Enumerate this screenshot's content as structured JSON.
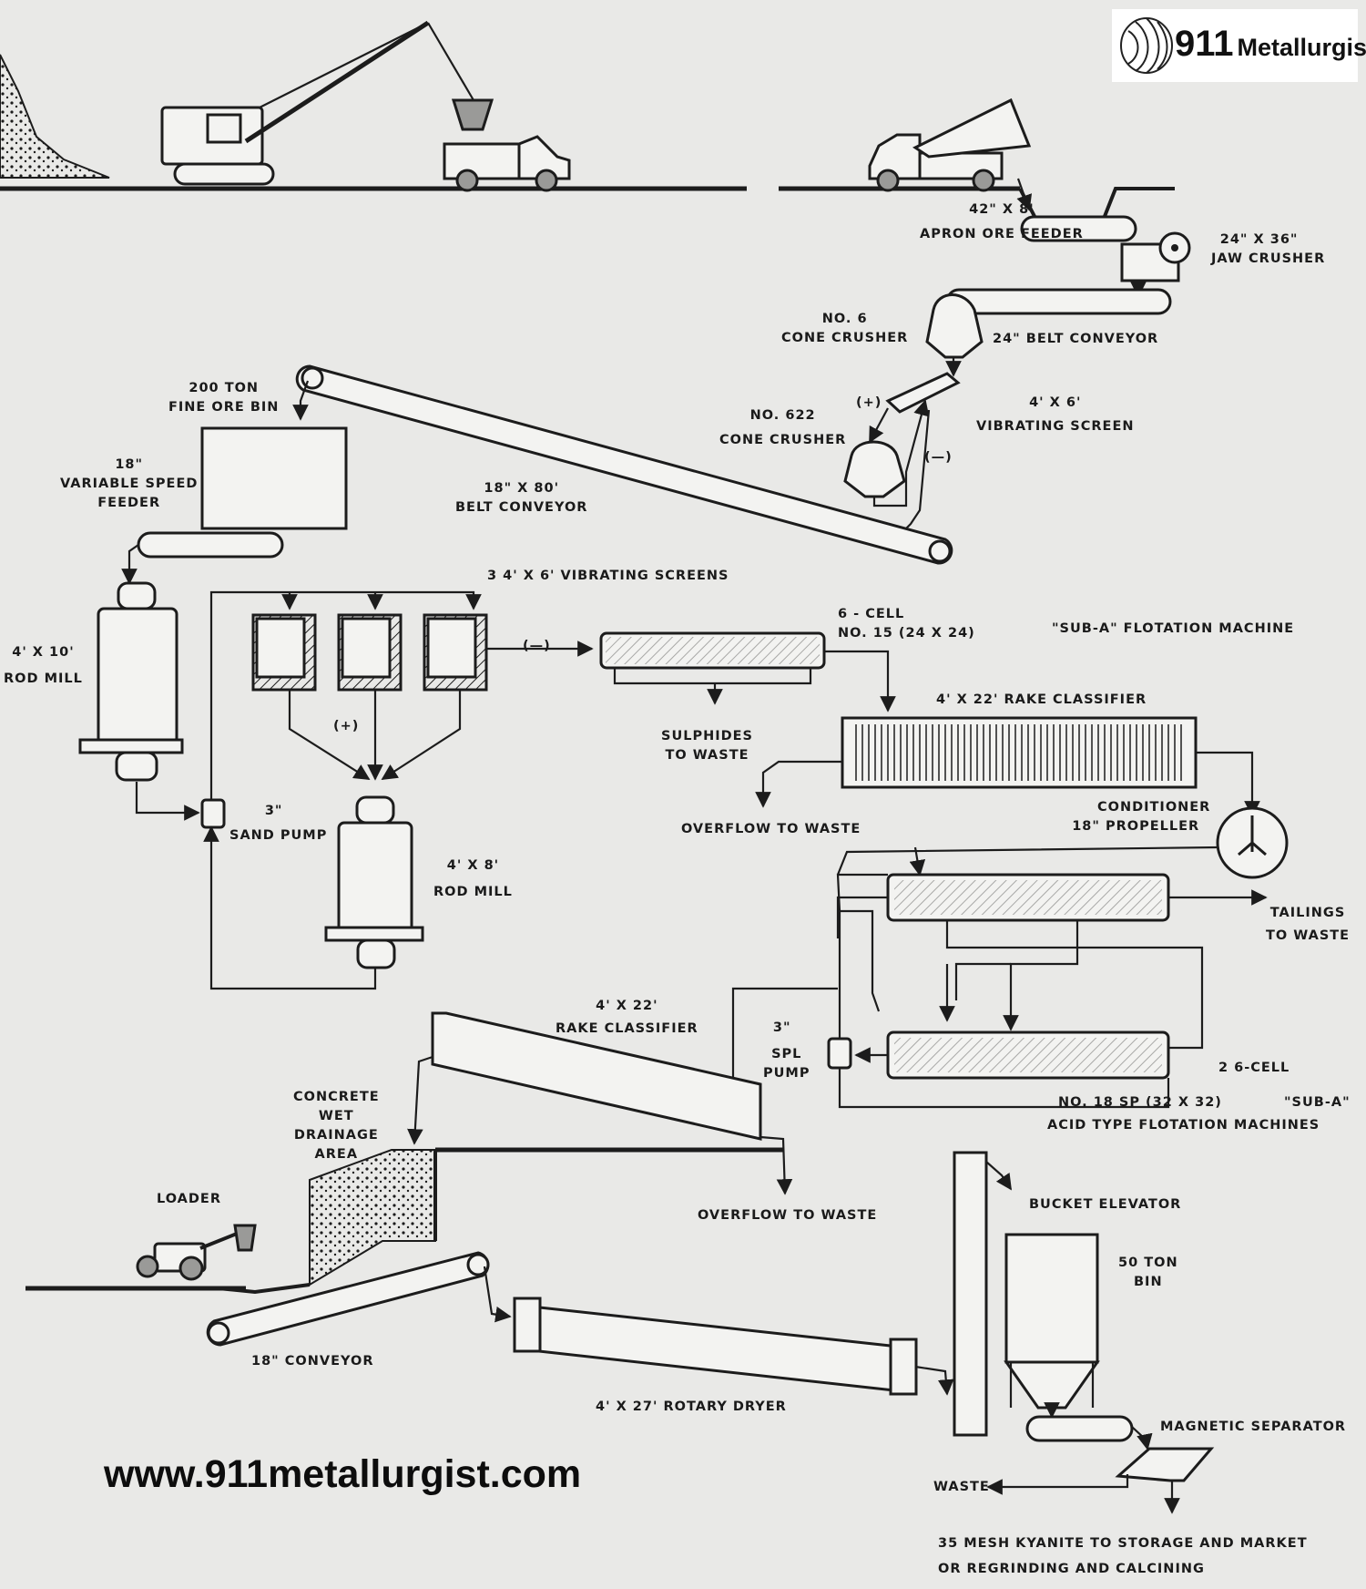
{
  "logo": {
    "number": "911",
    "word": "Metallurgist"
  },
  "website": "www.911metallurgist.com",
  "labels": {
    "apron_feeder": [
      "42\" x 8'",
      "APRON ORE FEEDER"
    ],
    "jaw_crusher": [
      "24\" x 36\"",
      "JAW CRUSHER"
    ],
    "cone_crusher_6": [
      "NO. 6",
      "CONE CRUSHER"
    ],
    "belt_conveyor_24": "24\" BELT CONVEYOR",
    "fine_ore_bin": [
      "200 TON",
      "FINE ORE BIN"
    ],
    "vibrating_screen": [
      "4' x 6'",
      "VIBRATING SCREEN"
    ],
    "cone_crusher_622": [
      "NO. 622",
      "CONE CRUSHER"
    ],
    "screen_plus": "(+)",
    "screen_minus": "(—)",
    "feeder": [
      "18\"",
      "VARIABLE SPEED",
      "FEEDER"
    ],
    "belt_conveyor_18x80": [
      "18\" x 80'",
      "BELT CONVEYOR"
    ],
    "vibrating_screens_3": "3    4' x 6' VIBRATING SCREENS",
    "rod_mill_4x10": [
      "4' x 10'",
      "ROD MILL"
    ],
    "minus_to_flotation": "(—)",
    "plus_to_mill": "(+)",
    "cell_6": [
      "6 - CELL",
      "NO. 15 (24 x 24)"
    ],
    "sub_a_machine": "\"SUB-A\" FLOTATION MACHINE",
    "rake_classifier_1": "4' x 22' RAKE CLASSIFIER",
    "sulphides": [
      "SULPHIDES",
      "TO WASTE"
    ],
    "sand_pump": [
      "3\"",
      "SAND PUMP"
    ],
    "rod_mill_4x8": [
      "4' x 8'",
      "ROD MILL"
    ],
    "overflow_1": "OVERFLOW TO WASTE",
    "conditioner": [
      "CONDITIONER",
      "18\" PROPELLER"
    ],
    "tailings": [
      "TAILINGS",
      "TO WASTE"
    ],
    "rake_classifier_2": [
      "4' x 22'",
      "RAKE CLASSIFIER"
    ],
    "spl_pump": [
      "3\"",
      "SPL",
      "PUMP"
    ],
    "cell_2x6": "2   6-CELL",
    "no18": "NO. 18 SP (32 x 32)",
    "sub_a_2": "\"SUB-A\"",
    "acid_type": "ACID TYPE FLOTATION MACHINES",
    "concrete": [
      "CONCRETE",
      "WET",
      "DRAINAGE",
      "AREA"
    ],
    "loader": "LOADER",
    "overflow_2": "OVERFLOW TO WASTE",
    "bucket_elevator": "BUCKET ELEVATOR",
    "bin_50": [
      "50 TON",
      "BIN"
    ],
    "conveyor_18": "18\" CONVEYOR",
    "rotary_dryer": "4' x 27' ROTARY DRYER",
    "magnetic_separator": "MAGNETIC SEPARATOR",
    "waste": "WASTE",
    "kyanite": [
      "35 MESH KYANITE TO STORAGE AND MARKET",
      "OR REGRINDING AND CALCINING"
    ]
  }
}
